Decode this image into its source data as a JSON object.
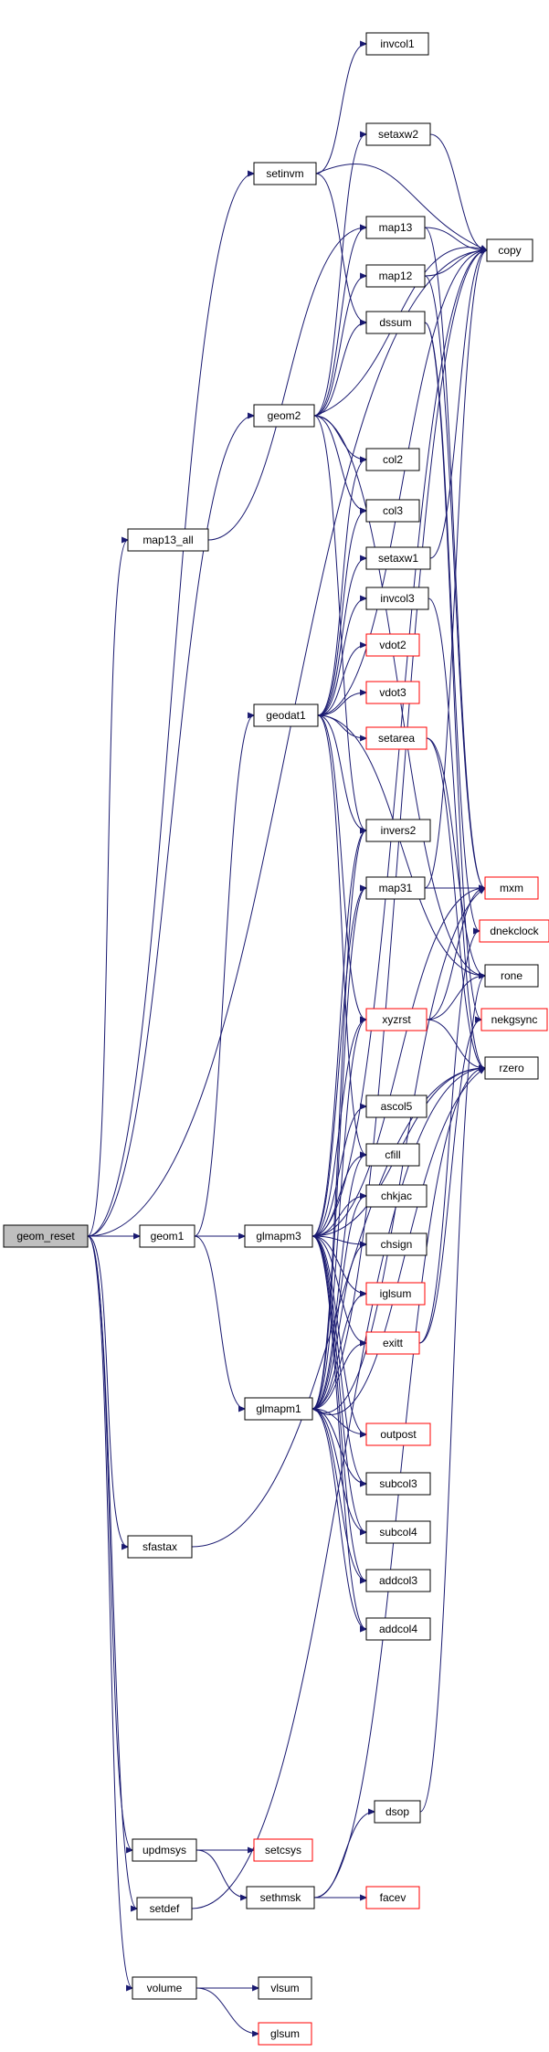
{
  "colors": {
    "edge": "#191970",
    "root_fill": "#bfbfbf",
    "red_border": "#ff0000",
    "border": "#000000"
  },
  "nodes": {
    "geom_reset": "geom_reset",
    "invcol1": "invcol1",
    "setinvm": "setinvm",
    "setaxw2": "setaxw2",
    "copy": "copy",
    "map13": "map13",
    "map12": "map12",
    "dssum": "dssum",
    "geom2": "geom2",
    "col2": "col2",
    "col3": "col3",
    "map13_all": "map13_all",
    "setaxw1": "setaxw1",
    "invcol3": "invcol3",
    "vdot2": "vdot2",
    "vdot3": "vdot3",
    "geodat1": "geodat1",
    "setarea": "setarea",
    "invers2": "invers2",
    "map31": "map31",
    "mxm": "mxm",
    "dnekclock": "dnekclock",
    "rone": "rone",
    "xyzrst": "xyzrst",
    "nekgsync": "nekgsync",
    "rzero": "rzero",
    "ascol5": "ascol5",
    "cfill": "cfill",
    "geom1": "geom1",
    "glmapm3": "glmapm3",
    "chkjac": "chkjac",
    "chsign": "chsign",
    "iglsum": "iglsum",
    "exitt": "exitt",
    "glmapm1": "glmapm1",
    "outpost": "outpost",
    "subcol3": "subcol3",
    "subcol4": "subcol4",
    "sfastax": "sfastax",
    "addcol3": "addcol3",
    "addcol4": "addcol4",
    "dsop": "dsop",
    "updmsys": "updmsys",
    "setcsys": "setcsys",
    "sethmsk": "sethmsk",
    "facev": "facev",
    "setdef": "setdef",
    "volume": "volume",
    "vlsum": "vlsum",
    "glsum": "glsum"
  }
}
